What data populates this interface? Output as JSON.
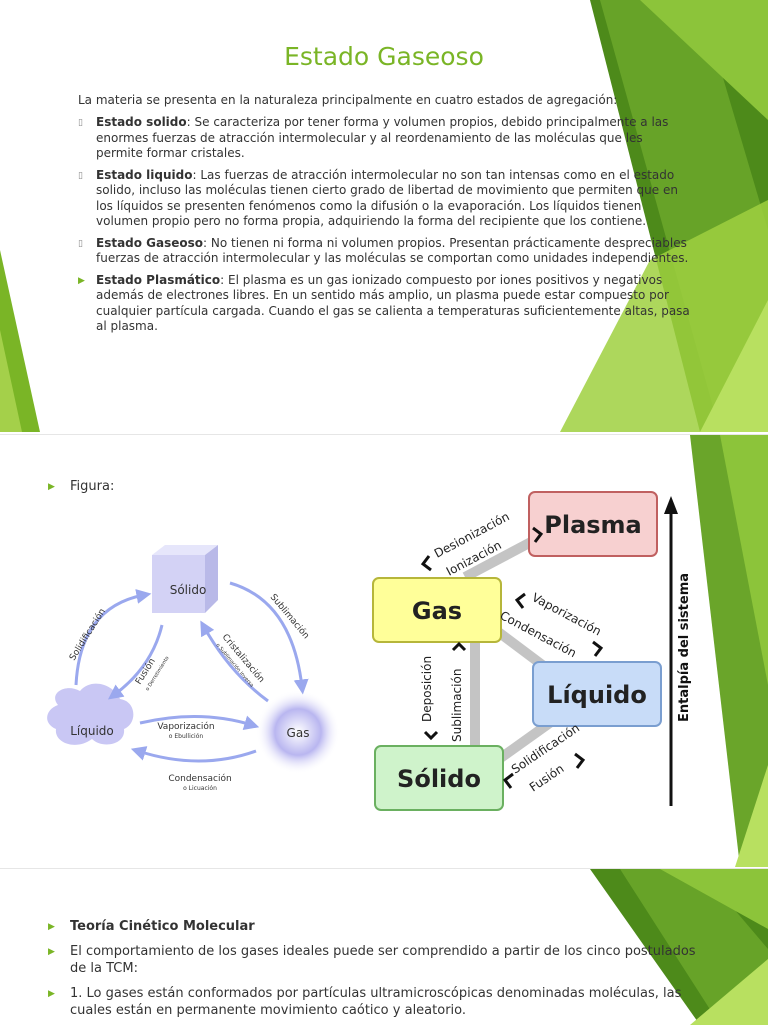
{
  "slide1": {
    "title": "Estado Gaseoso",
    "intro": "La materia se presenta en la naturaleza principalmente en cuatro estados de agregación:",
    "items": [
      {
        "term": "Estado solido",
        "text": ": Se caracteriza por tener forma y volumen propios, debido principalmente a las enormes fuerzas de atracción intermolecular y al reordenamiento de las moléculas que les permite formar cristales."
      },
      {
        "term": "Estado liquido",
        "text": ": Las fuerzas de atracción intermolecular no son tan intensas como en el estado solido, incluso las moléculas tienen cierto grado de libertad de movimiento que permiten que en los líquidos se presenten fenómenos como la difusión o la evaporación. Los líquidos tienen volumen propio pero no forma propia, adquiriendo la forma del recipiente que los contiene."
      },
      {
        "term": "Estado Gaseoso",
        "text": ": No tienen ni forma ni volumen propios. Presentan prácticamente despreciables fuerzas de atracción intermolecular y las moléculas se comportan como unidades independientes."
      },
      {
        "term": "Estado Plasmático",
        "text": ": El plasma es un gas ionizado compuesto por iones positivos y negativos además de electrones libres. En un sentido más amplio, un plasma puede estar compuesto por cualquier partícula cargada. Cuando el gas se calienta a temperaturas suficientemente altas, pasa al plasma."
      }
    ]
  },
  "slide2": {
    "bullet": "Figura:",
    "left_diagram": {
      "solid": "Sólido",
      "liquid": "Líquido",
      "gas": "Gas",
      "solidificacion": "Solidificación",
      "sublimacion": "Sublimación",
      "fusion": "Fusión",
      "fusion_sub": "o Derretimiento",
      "cristalizacion": "Cristalización",
      "cristalizacion_sub": "o Sublimación inversa",
      "vaporizacion": "Vaporización",
      "vaporizacion_sub": "o Ebullición",
      "condensacion": "Condensación",
      "condensacion_sub": "o Licuación"
    },
    "right_diagram": {
      "plasma": "Plasma",
      "gas": "Gas",
      "liquido": "Líquido",
      "solido": "Sólido",
      "desionizacion": "Desionización",
      "ionizacion": "Ionización",
      "vaporizacion": "Vaporización",
      "condensacion": "Condensación",
      "deposicion": "Deposición",
      "sublimacion": "Sublimación",
      "solidificacion": "Solidificación",
      "fusion": "Fusión",
      "axis": "Entalpía del sistema",
      "colors": {
        "plasma": "#f7d0d0",
        "gas": "#ffff99",
        "liquido": "#c8dcf8",
        "solido": "#cff3cb"
      }
    }
  },
  "slide3": {
    "items": [
      {
        "text": "Teoría Cinético Molecular",
        "bold": true
      },
      {
        "text": "El comportamiento de los gases ideales puede ser comprendido a partir de los cinco postulados de la TCM:",
        "bold": false
      },
      {
        "text": "1. Lo gases están conformados por partículas ultramicroscópicas denominadas moléculas, las cuales están en permanente movimiento caótico y aleatorio.",
        "bold": false
      }
    ]
  },
  "accent": "#7ab526"
}
